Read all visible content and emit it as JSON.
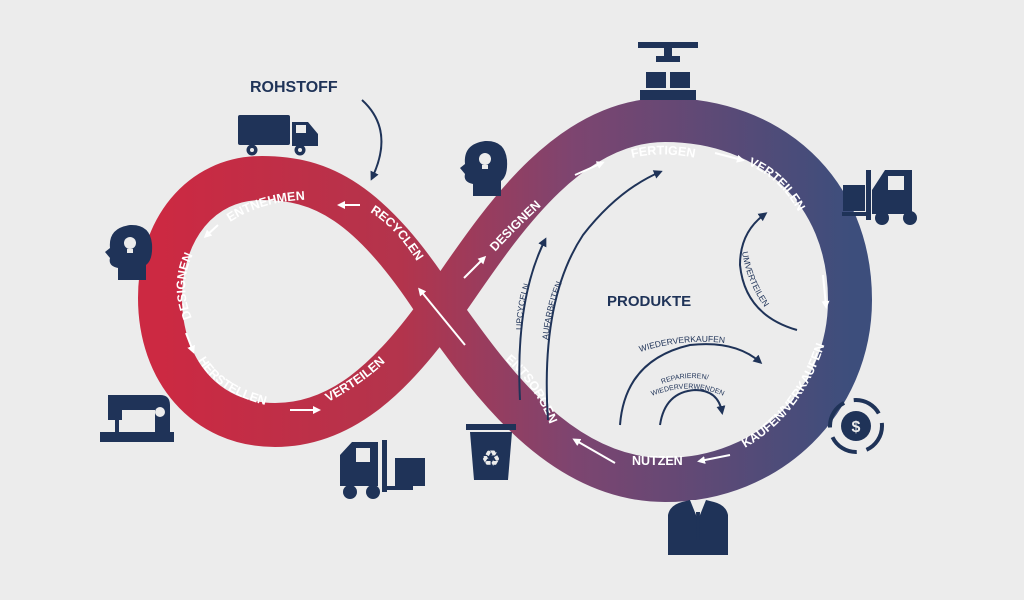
{
  "title": "ROHSTOFF",
  "center_label": "PRODUKTE",
  "loop_labels": {
    "entnehmen": "ENTNEHMEN",
    "designen_left": "DESIGNEN",
    "herstellen": "HERSTELLEN",
    "verteilen_left": "VERTEILEN",
    "recyclen": "RECYCLEN",
    "designen_center": "DESIGNEN",
    "fertigen": "FERTIGEN",
    "verteilen_right": "VERTEILEN",
    "kaufen_verkaufen": "KAUFEN/VERKAUFEN",
    "nutzen": "NUTZEN",
    "entsorgen": "ENTSORGEN"
  },
  "inner_labels": {
    "upcyceln": "UPCYCELN",
    "aufarbeiten": "AUFARBEITEN",
    "umverteilen": "UMVERTEILEN",
    "wiederverkaufen": "WIEDERVERKAUFEN",
    "reparieren_line1": "REPARIEREN/",
    "reparieren_line2": "WIEDERVERWENDEN"
  },
  "colors": {
    "background": "#ececec",
    "loop_red": "#c82a43",
    "loop_purple": "#6e4a78",
    "loop_navy": "#3a4f7a",
    "icon_navy": "#1f3358"
  },
  "icons": [
    "truck-icon",
    "head-lightbulb-icon",
    "sewing-machine-icon",
    "forklift-icon",
    "trash-recycle-icon",
    "crane-pallet-icon",
    "forklift-right-icon",
    "dollar-cycle-icon",
    "suit-icon",
    "head-lightbulb-center-icon"
  ]
}
